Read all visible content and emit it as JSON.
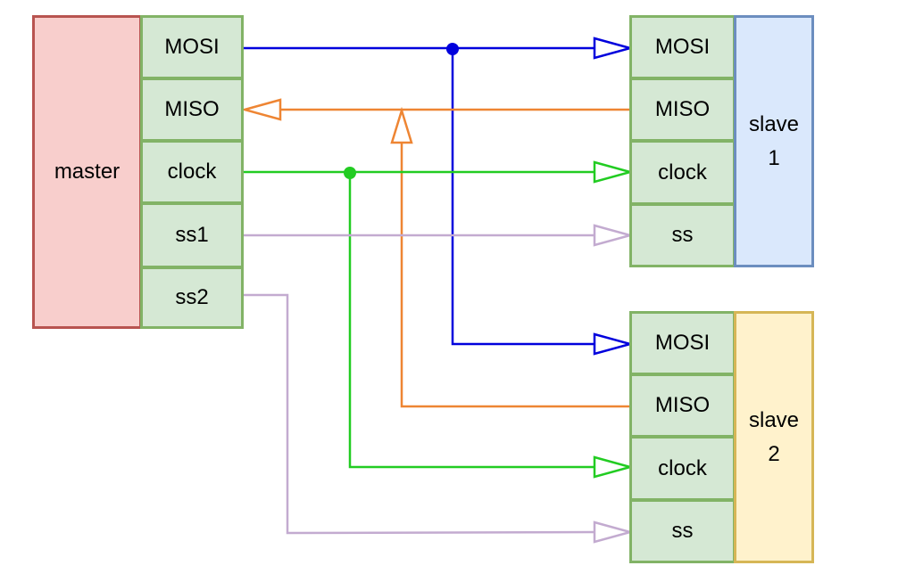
{
  "master": {
    "label": "master",
    "pins": [
      "MOSI",
      "MISO",
      "clock",
      "ss1",
      "ss2"
    ]
  },
  "slave1": {
    "label": "slave\n1",
    "pins": [
      "MOSI",
      "MISO",
      "clock",
      "ss"
    ]
  },
  "slave2": {
    "label": "slave\n2",
    "pins": [
      "MOSI",
      "MISO",
      "clock",
      "ss"
    ]
  },
  "colors": {
    "mosi": "#0000dd",
    "miso": "#ee8533",
    "clock": "#22cc22",
    "ss": "#c3abd0"
  }
}
